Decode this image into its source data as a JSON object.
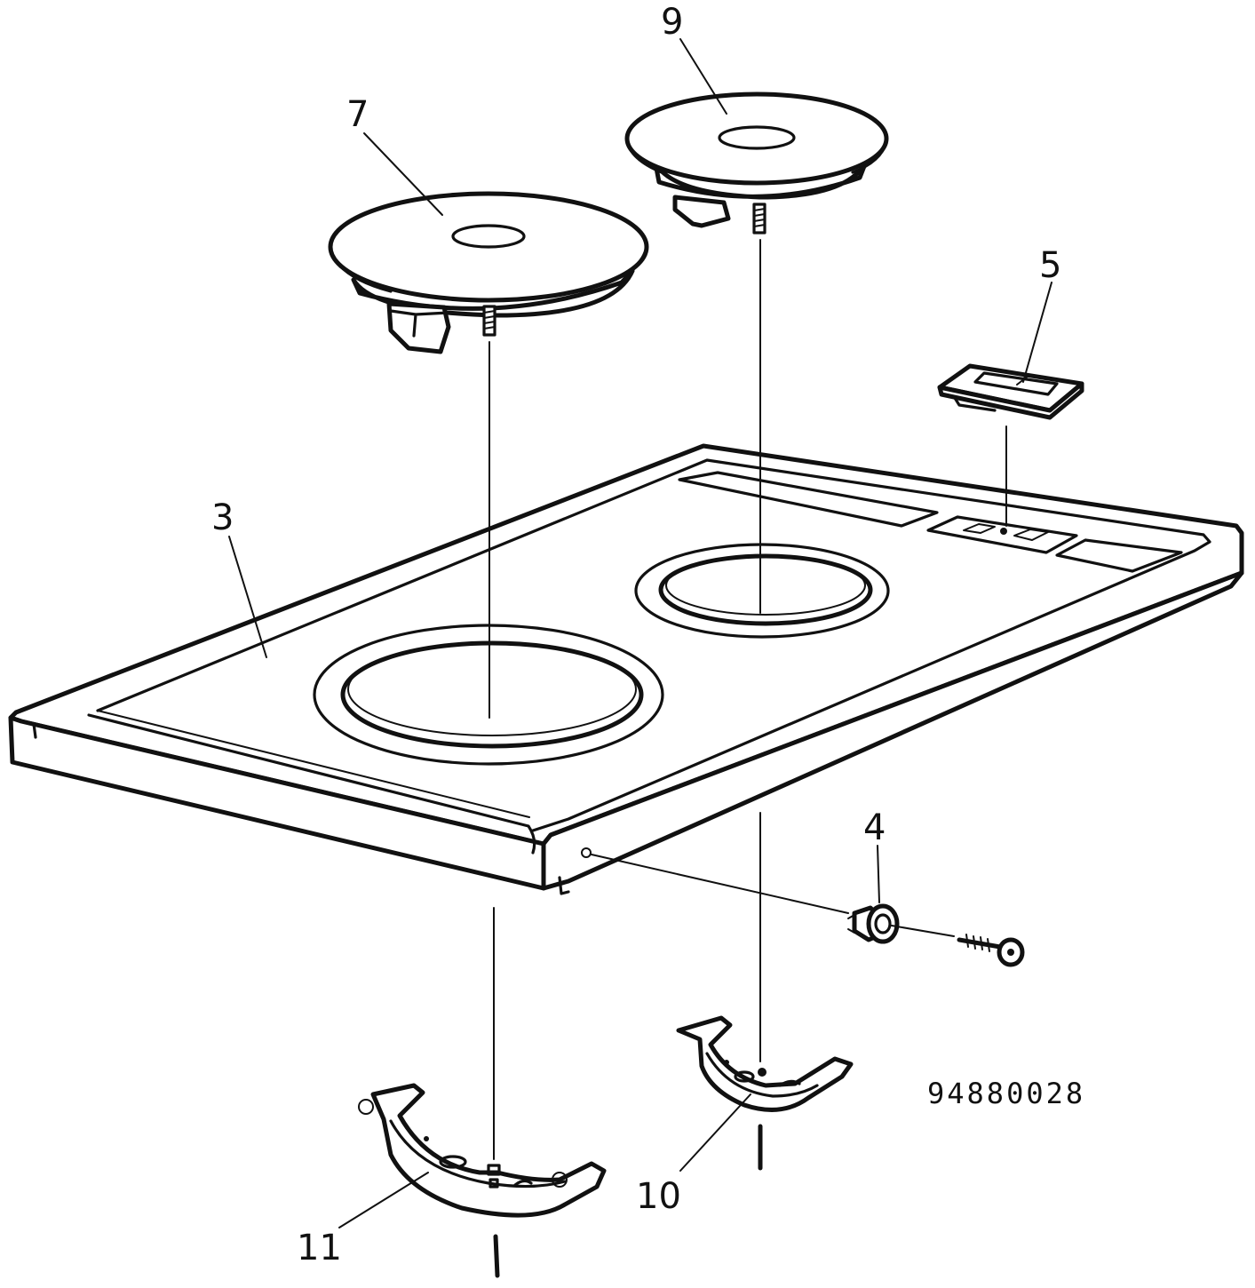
{
  "diagram": {
    "document_number": "94880028",
    "callouts": [
      {
        "id": "3",
        "label": "3"
      },
      {
        "id": "4",
        "label": "4"
      },
      {
        "id": "5",
        "label": "5"
      },
      {
        "id": "7",
        "label": "7"
      },
      {
        "id": "9",
        "label": "9"
      },
      {
        "id": "10",
        "label": "10"
      },
      {
        "id": "11",
        "label": "11"
      }
    ]
  }
}
